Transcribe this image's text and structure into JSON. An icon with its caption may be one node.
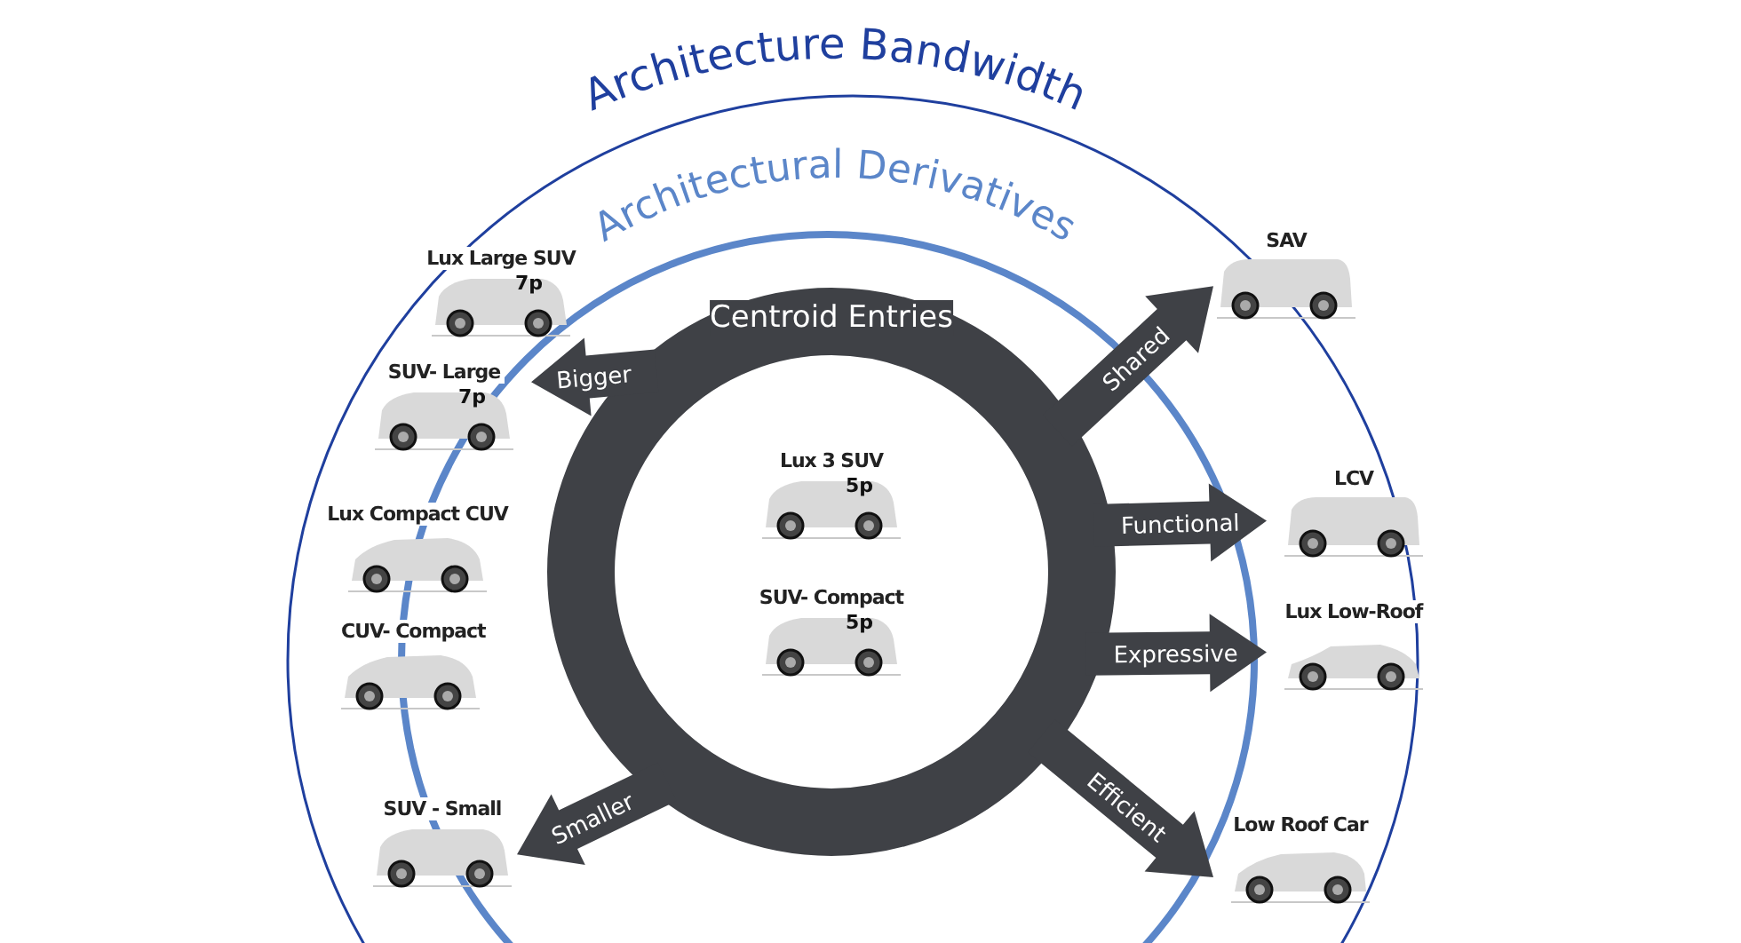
{
  "diagram": {
    "nodes": [
      {
        "text": [
          "Centroid Entries"
        ]
      },
      {
        "text": [
          "Lux 3 SUV",
          "5p"
        ],
        "in": 0
      },
      {
        "text": [
          "SUV- Compact",
          "5p"
        ],
        "in": 0
      },
      {
        "text": [
          "Lux Large SUV",
          "7p"
        ]
      },
      {
        "text": [
          "SUV- Large",
          "7p"
        ]
      },
      {
        "text": [
          "Lux Compact CUV"
        ]
      },
      {
        "text": [
          "CUV- Compact"
        ]
      },
      {
        "text": [
          "SUV - Small"
        ]
      },
      {
        "text": [
          "SAV"
        ]
      },
      {
        "text": [
          "LCV"
        ]
      },
      {
        "text": [
          "Lux Low-Roof"
        ]
      },
      {
        "text": [
          "Low Roof Car"
        ]
      }
    ],
    "edges": [
      {
        "from": 0,
        "to": 4,
        "arrow": "to",
        "label": "Bigger"
      },
      {
        "from": 0,
        "to": 7,
        "arrow": "to",
        "label": "Smaller"
      },
      {
        "from": 0,
        "to": 8,
        "arrow": "to",
        "label": "Shared"
      },
      {
        "from": 0,
        "to": 9,
        "arrow": "to",
        "label": "Functional"
      },
      {
        "from": 0,
        "to": 10,
        "arrow": "to",
        "label": "Expressive"
      },
      {
        "from": 0,
        "to": 11,
        "arrow": "to",
        "label": "Efficient"
      }
    ],
    "labels": [
      "Architecture Bandwidth",
      "Architectural Derivatives"
    ]
  }
}
